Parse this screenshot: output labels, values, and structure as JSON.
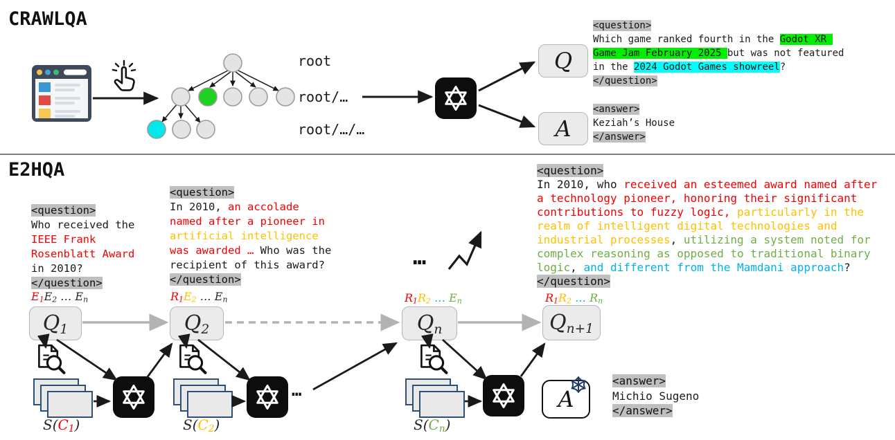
{
  "colors": {
    "red": "#f40000",
    "yellow": "#ffc000",
    "green": "#70ad47",
    "blue": "#00b0f0",
    "tag_bg": "#bfbfbf",
    "hl_green": "#00f000",
    "hl_cyan": "#00ffff",
    "node_green": "#1fd11f",
    "node_cyan": "#00e8e8",
    "node_gray": "#e4e4e4",
    "box_fill": "#ebebeb",
    "card_border": "#2f5075",
    "snowflake": "#1f3864",
    "arrow_gray": "#b3b3b3",
    "text_dark": "#1a1a1a"
  },
  "crawlqa": {
    "title": "CRAWLQA",
    "tree_labels": [
      "root",
      "root/…",
      "root/…/…"
    ],
    "q_box": "Q",
    "a_box": "A",
    "question_lines": [
      [
        {
          "t": "<question>",
          "c": "tag"
        }
      ],
      [
        {
          "t": "Which game ranked fourth in the ",
          "c": "plain"
        },
        {
          "t": "Godot XR ",
          "c": "hlgreen"
        }
      ],
      [
        {
          "t": "Game Jam February 2025 ",
          "c": "hlgreen"
        },
        {
          "t": "but was not featured",
          "c": "plain"
        }
      ],
      [
        {
          "t": "in the ",
          "c": "plain"
        },
        {
          "t": "2024 Godot Games showreel",
          "c": "hlcyan"
        },
        {
          "t": "?",
          "c": "plain"
        }
      ],
      [
        {
          "t": "</question>",
          "c": "tag"
        }
      ]
    ],
    "answer_lines": [
      [
        {
          "t": "<answer>",
          "c": "tag"
        }
      ],
      [
        {
          "t": "Keziah’s House",
          "c": "plain"
        }
      ],
      [
        {
          "t": "</answer>",
          "c": "tag"
        }
      ]
    ]
  },
  "e2hqa": {
    "title": "E2HQA",
    "step1": {
      "question_lines": [
        [
          {
            "t": "<question>",
            "c": "tag"
          }
        ],
        [
          {
            "t": "Who received the",
            "c": "plain"
          }
        ],
        [
          {
            "t": "IEEE Frank",
            "c": "red"
          }
        ],
        [
          {
            "t": "Rosenblatt Award",
            "c": "red"
          }
        ],
        [
          {
            "t": "in 2010?",
            "c": "plain"
          }
        ],
        [
          {
            "t": "</question>",
            "c": "tag"
          }
        ]
      ],
      "entities": [
        {
          "b": "E",
          "s": "1",
          "c": "red"
        },
        {
          "b": "E",
          "s": "2",
          "c": "dark"
        },
        {
          "t": " … ",
          "c": "dark"
        },
        {
          "b": "E",
          "s": "n",
          "c": "dark"
        }
      ],
      "box": [
        {
          "b": "Q",
          "s": "1",
          "c": "dark"
        }
      ],
      "stack_label": [
        {
          "t": "S(",
          "c": "dark"
        },
        {
          "b": "C",
          "s": "1",
          "c": "red"
        },
        {
          "t": ")",
          "c": "dark"
        }
      ]
    },
    "step2": {
      "question_lines": [
        [
          {
            "t": "<question>",
            "c": "tag"
          }
        ],
        [
          {
            "t": "In 2010, ",
            "c": "plain"
          },
          {
            "t": "an accolade",
            "c": "red"
          }
        ],
        [
          {
            "t": "named after a pioneer in",
            "c": "red"
          }
        ],
        [
          {
            "t": "artificial intelligence",
            "c": "yellow"
          }
        ],
        [
          {
            "t": "was awarded … ",
            "c": "red"
          },
          {
            "t": "Who was the",
            "c": "plain"
          }
        ],
        [
          {
            "t": "recipient of this award?",
            "c": "plain"
          }
        ],
        [
          {
            "t": "</question>",
            "c": "tag"
          }
        ]
      ],
      "entities": [
        {
          "b": "R",
          "s": "1",
          "c": "red"
        },
        {
          "b": "E",
          "s": "2",
          "c": "yellow"
        },
        {
          "t": " … ",
          "c": "dark"
        },
        {
          "b": "E",
          "s": "n",
          "c": "dark"
        }
      ],
      "box": [
        {
          "b": "Q",
          "s": "2",
          "c": "dark"
        }
      ],
      "stack_label": [
        {
          "t": "S(",
          "c": "dark"
        },
        {
          "b": "C",
          "s": "2",
          "c": "yellow"
        },
        {
          "t": ")",
          "c": "dark"
        }
      ]
    },
    "stepn": {
      "entities": [
        {
          "b": "R",
          "s": "1",
          "c": "red"
        },
        {
          "b": "R",
          "s": "2",
          "c": "yellow"
        },
        {
          "t": " … ",
          "c": "blue"
        },
        {
          "b": "E",
          "s": "n",
          "c": "green"
        }
      ],
      "box": [
        {
          "b": "Q",
          "s": "n",
          "c": "dark"
        }
      ],
      "stack_label": [
        {
          "t": "S(",
          "c": "dark"
        },
        {
          "b": "C",
          "s": "n",
          "c": "green"
        },
        {
          "t": ")",
          "c": "dark"
        }
      ]
    },
    "stepn1": {
      "question_lines": [
        [
          {
            "t": "<question>",
            "c": "tag"
          }
        ],
        [
          {
            "t": "In 2010, who ",
            "c": "plain"
          },
          {
            "t": "received an esteemed award named after",
            "c": "red"
          }
        ],
        [
          {
            "t": "a technology pioneer, honoring their significant",
            "c": "red"
          }
        ],
        [
          {
            "t": "contributions to fuzzy logic,",
            "c": "red"
          },
          {
            "t": " ",
            "c": "plain"
          },
          {
            "t": "particularly in the",
            "c": "yellow"
          }
        ],
        [
          {
            "t": "realm of intelligent digital technologies and",
            "c": "yellow"
          }
        ],
        [
          {
            "t": "industrial processes",
            "c": "yellow"
          },
          {
            "t": ", ",
            "c": "plain"
          },
          {
            "t": "utilizing a system noted for",
            "c": "green"
          }
        ],
        [
          {
            "t": "complex reasoning as opposed to traditional binary",
            "c": "green"
          }
        ],
        [
          {
            "t": "logic",
            "c": "green"
          },
          {
            "t": ", ",
            "c": "plain"
          },
          {
            "t": "and different from the Mamdani approach",
            "c": "blue"
          },
          {
            "t": "?",
            "c": "plain"
          }
        ],
        [
          {
            "t": "</question>",
            "c": "tag"
          }
        ]
      ],
      "entities": [
        {
          "b": "R",
          "s": "1",
          "c": "red"
        },
        {
          "b": "R",
          "s": "2",
          "c": "yellow"
        },
        {
          "t": " … ",
          "c": "blue"
        },
        {
          "b": "R",
          "s": "n",
          "c": "green"
        }
      ],
      "box": [
        {
          "b": "Q",
          "s": "n+1",
          "c": "dark"
        }
      ]
    },
    "mid_ellipsis": "…",
    "chain_ellipsis": "…",
    "final_answer_box": "A",
    "answer_lines": [
      [
        {
          "t": "<answer>",
          "c": "tag"
        }
      ],
      [
        {
          "t": "Michio Sugeno",
          "c": "plain"
        }
      ],
      [
        {
          "t": "</answer>",
          "c": "tag"
        }
      ]
    ]
  }
}
